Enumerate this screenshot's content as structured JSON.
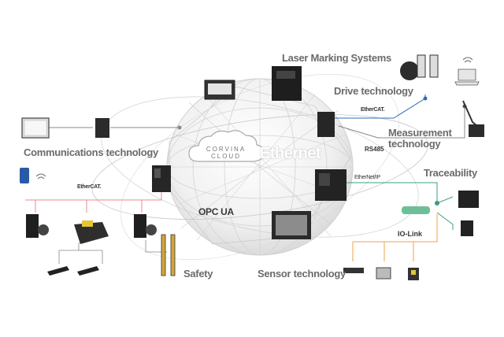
{
  "labels": {
    "laser_marking": "Laser Marking Systems",
    "drive": "Drive technology",
    "measurement": "Measurement technology",
    "communications": "Communications technology",
    "traceability": "Traceability",
    "safety": "Safety",
    "sensor": "Sensor technology"
  },
  "center": {
    "ethernet": "Ethernet",
    "cloud_line1": "CORVINA",
    "cloud_line2": "CLOUD",
    "opc": "OPC UA"
  },
  "protocols": {
    "ethercat_right": "EtherCAT.",
    "ethercat_left": "EtherCAT.",
    "rs485": "RS485",
    "ethernetip": "EtherNet/IP",
    "iolink": "IO-Link"
  },
  "colors": {
    "sphere_line": "#c9c9c9",
    "connector_gray": "#8a8a8a",
    "ethercat_red": "#e2231a",
    "drive_blue": "#2f6fb3",
    "traceability_green": "#3aa07a",
    "sensor_orange": "#f0a24a",
    "safety_red": "#d9534f"
  }
}
